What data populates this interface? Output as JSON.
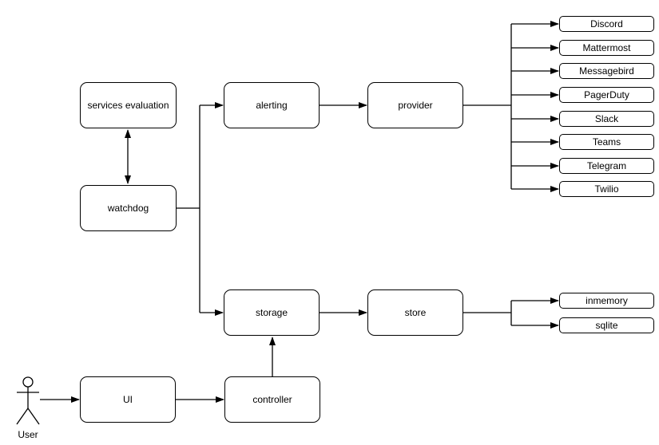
{
  "colors": {
    "stroke": "#000000",
    "fill": "#ffffff",
    "text": "#000000",
    "background": "#ffffff"
  },
  "nodes": {
    "services_evaluation": {
      "label": "services evaluation"
    },
    "watchdog": {
      "label": "watchdog"
    },
    "alerting": {
      "label": "alerting"
    },
    "provider": {
      "label": "provider"
    },
    "storage": {
      "label": "storage"
    },
    "store": {
      "label": "store"
    },
    "ui": {
      "label": "UI"
    },
    "controller": {
      "label": "controller"
    }
  },
  "provider_targets": [
    "Discord",
    "Mattermost",
    "Messagebird",
    "PagerDuty",
    "Slack",
    "Teams",
    "Telegram",
    "Twilio"
  ],
  "store_backends": [
    "inmemory",
    "sqlite"
  ],
  "actor": {
    "label": "User"
  },
  "edges": [
    {
      "from": "watchdog",
      "to": "services evaluation",
      "style": "bidirectional"
    },
    {
      "from": "watchdog",
      "to": "alerting",
      "style": "arrow"
    },
    {
      "from": "watchdog",
      "to": "storage",
      "style": "arrow"
    },
    {
      "from": "alerting",
      "to": "provider",
      "style": "arrow"
    },
    {
      "from": "provider",
      "to": "Discord",
      "style": "arrow"
    },
    {
      "from": "provider",
      "to": "Mattermost",
      "style": "arrow"
    },
    {
      "from": "provider",
      "to": "Messagebird",
      "style": "arrow"
    },
    {
      "from": "provider",
      "to": "PagerDuty",
      "style": "arrow"
    },
    {
      "from": "provider",
      "to": "Slack",
      "style": "arrow"
    },
    {
      "from": "provider",
      "to": "Teams",
      "style": "arrow"
    },
    {
      "from": "provider",
      "to": "Telegram",
      "style": "arrow"
    },
    {
      "from": "provider",
      "to": "Twilio",
      "style": "arrow"
    },
    {
      "from": "storage",
      "to": "store",
      "style": "arrow"
    },
    {
      "from": "store",
      "to": "inmemory",
      "style": "arrow"
    },
    {
      "from": "store",
      "to": "sqlite",
      "style": "arrow"
    },
    {
      "from": "controller",
      "to": "storage",
      "style": "arrow"
    },
    {
      "from": "User",
      "to": "UI",
      "style": "arrow"
    },
    {
      "from": "UI",
      "to": "controller",
      "style": "arrow"
    }
  ]
}
